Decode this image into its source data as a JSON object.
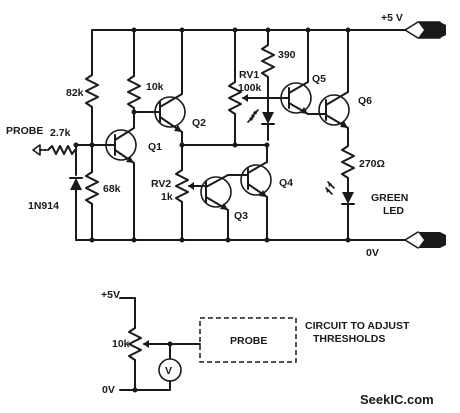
{
  "labels": {
    "probe_main": "PROBE",
    "r_probe": "2.7k",
    "r_82k": "82k",
    "r_10k": "10k",
    "r_68k": "68k",
    "diode": "1N914",
    "q1": "Q1",
    "q2": "Q2",
    "q3": "Q3",
    "q4": "Q4",
    "q5": "Q5",
    "q6": "Q6",
    "rv1": "RV1",
    "rv1_val": "100k",
    "rv2": "RV2",
    "rv2_val": "1k",
    "r_390": "390",
    "r_270": "270Ω",
    "green": "GREEN",
    "led": "LED",
    "v5_top": "+5 V",
    "v0_top": "0V",
    "v5_bot": "+5V",
    "r_bot_10k": "10k",
    "v_meter": "V",
    "probe_box": "PROBE",
    "circuit_line1": "CIRCUIT TO ADJUST",
    "circuit_line2": "THRESHOLDS",
    "v0_bot": "0V"
  },
  "watermark": "SeekIC.com",
  "colors": {
    "ink": "#1a1a1a",
    "background": "#ffffff"
  }
}
